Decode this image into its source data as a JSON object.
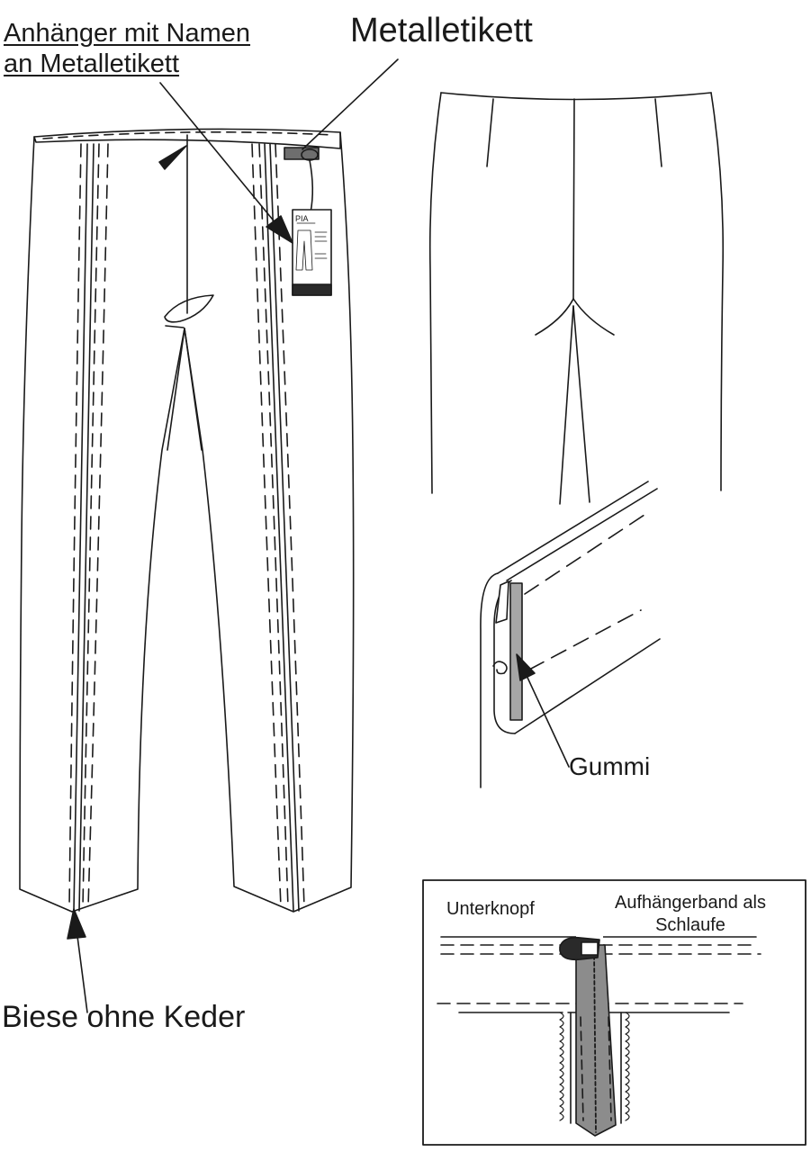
{
  "labels": {
    "hanger": [
      "Anhänger mit Namen",
      "an Metalletikett"
    ],
    "metal_label": "Metalletikett",
    "gummi": "Gummi",
    "biese": "Biese ohne Keder",
    "unterknopf": "Unterknopf",
    "aufhaengerband": "Aufhängerband als Schlaufe"
  },
  "hang_tag": {
    "brand": "PIA"
  },
  "colors": {
    "line": "#1a1a1a",
    "elastic_fill": "#a6a6a6",
    "zipper_tape": "#8c8c8c",
    "button_fill": "#2a2a2a"
  }
}
